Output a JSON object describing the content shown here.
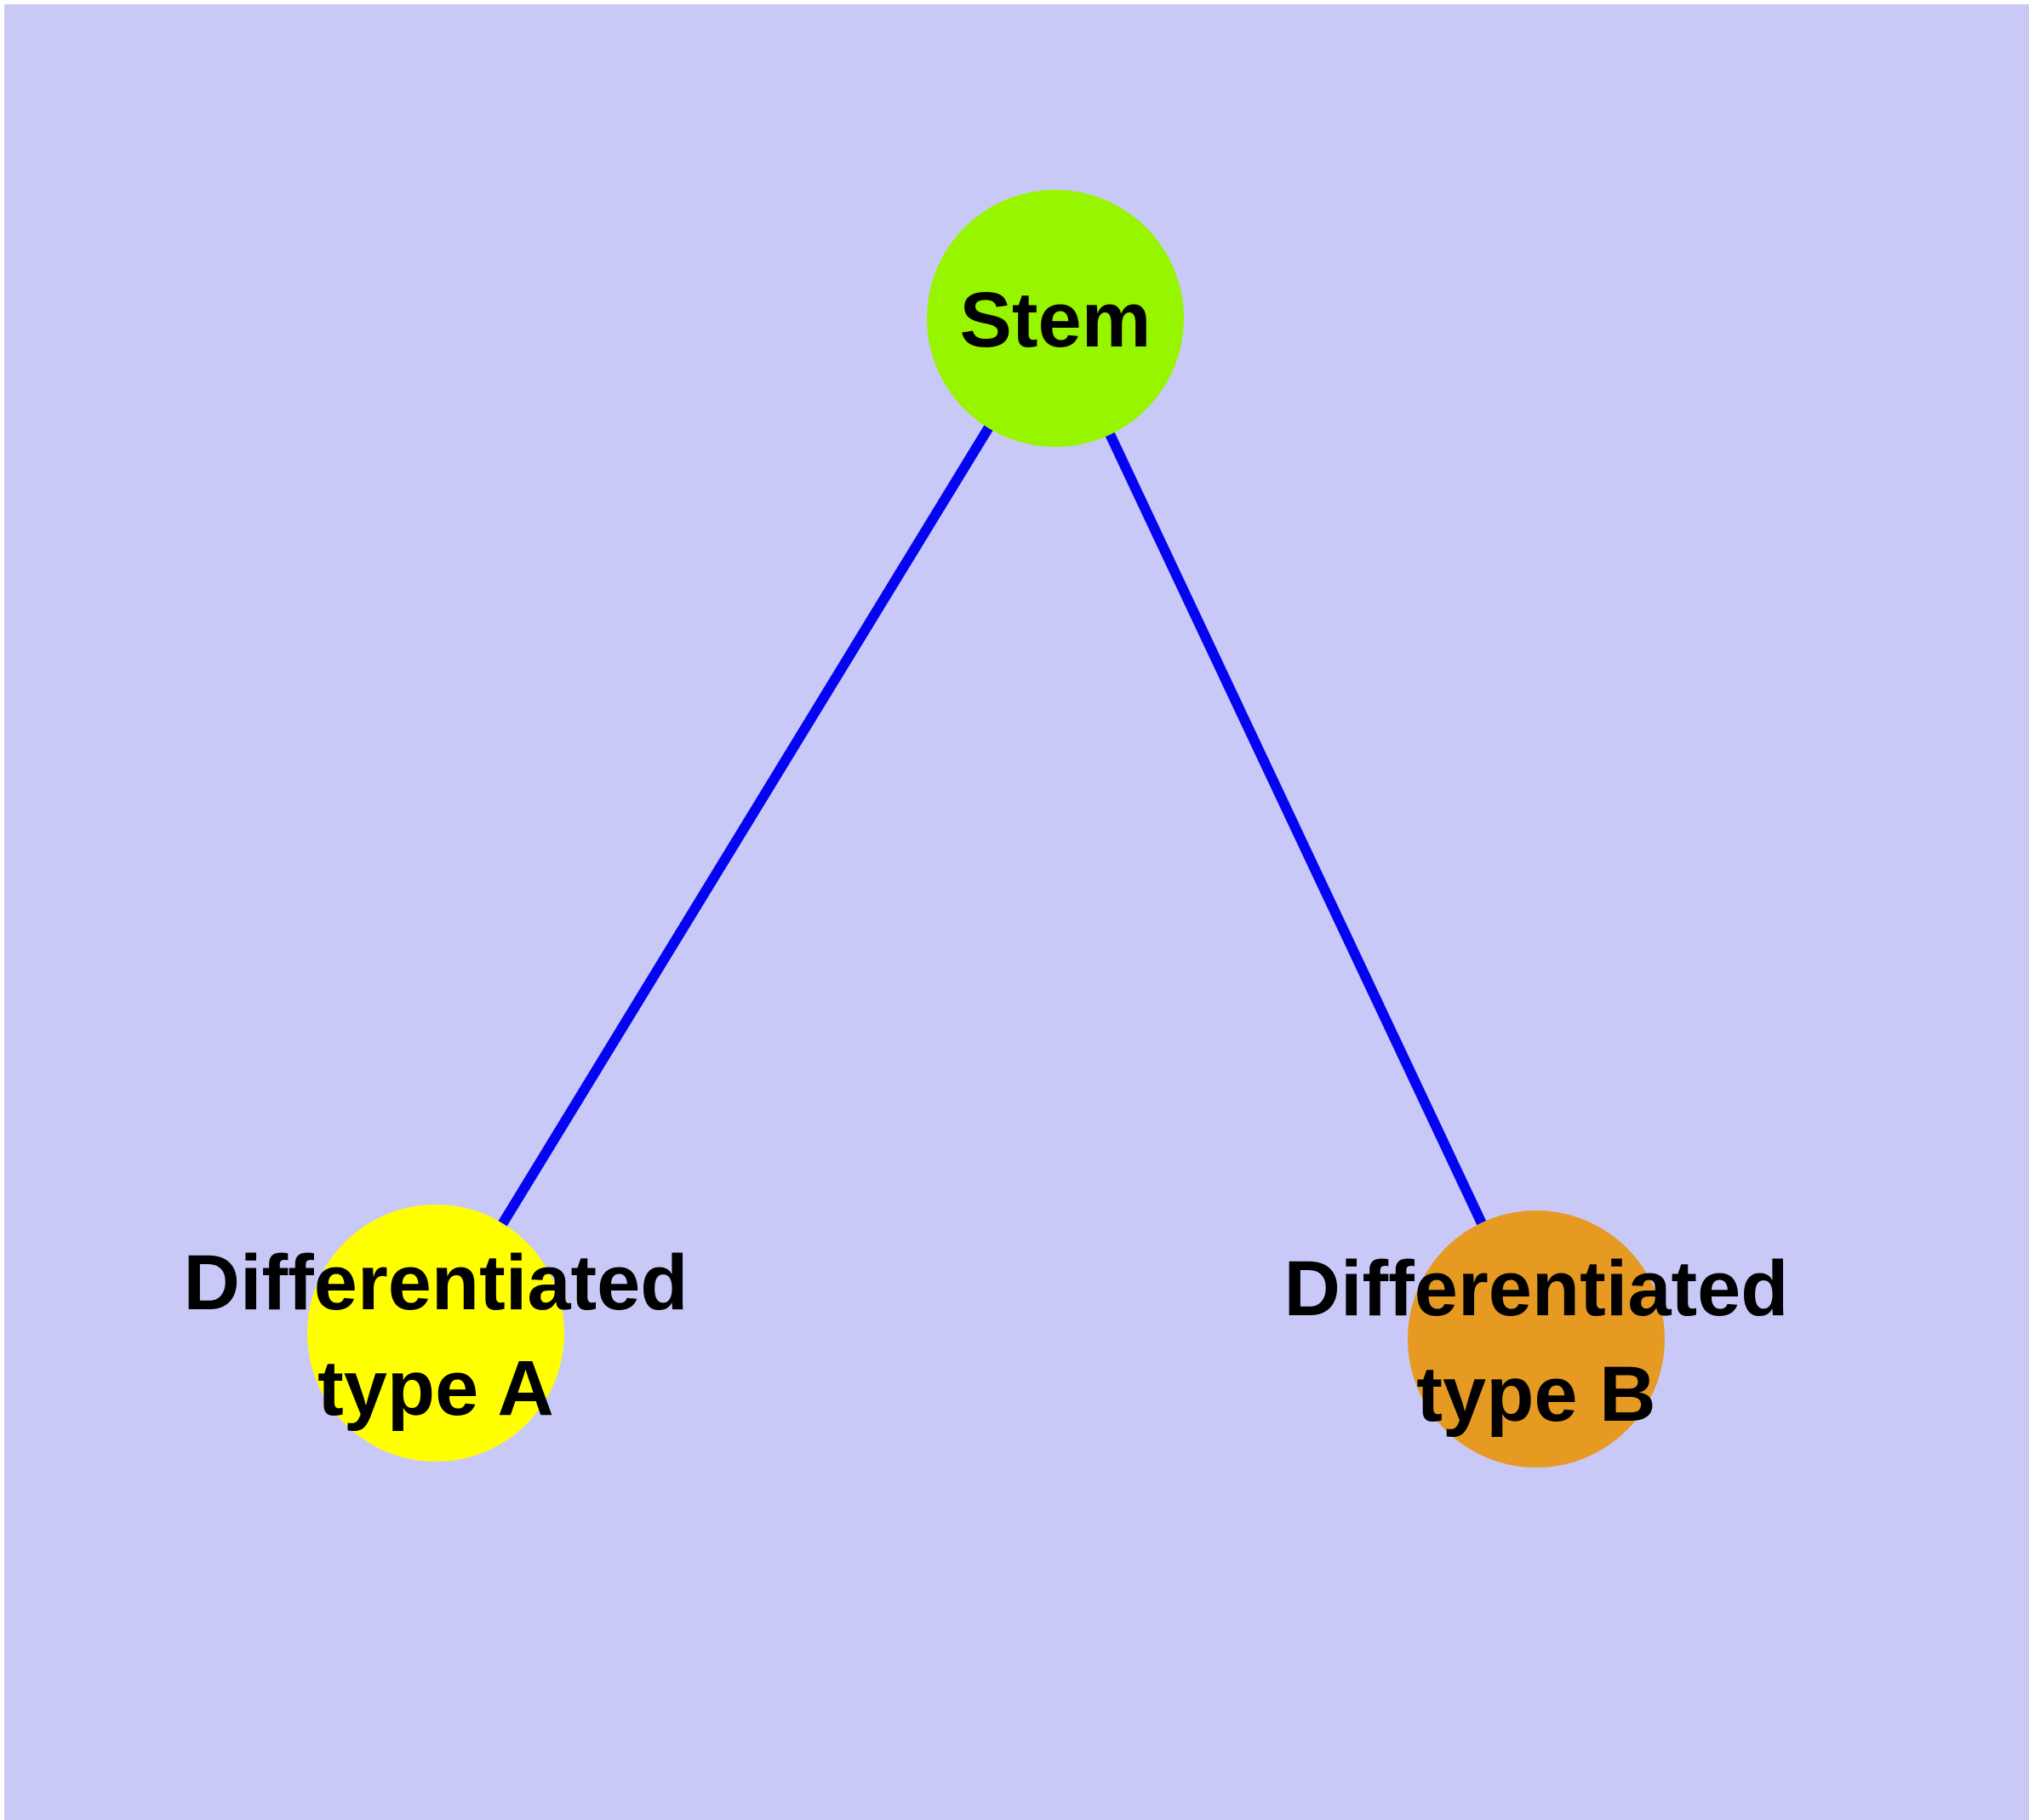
{
  "diagram": {
    "type": "graph",
    "title": ""
  },
  "colors": {
    "background": "#C9C9F8",
    "edge": "#0404F2",
    "node_border": "#7A7A7A",
    "label": "#000000",
    "stem_fill": "#98F500",
    "type_a_fill": "#FFFF00",
    "type_b_fill": "#E69A22"
  },
  "nodes": [
    {
      "id": "stem",
      "label": "Stem",
      "color": "#98F500"
    },
    {
      "id": "differentiated-type-a",
      "label_line1": "Differentiated",
      "label_line2": "type A",
      "color": "#FFFF00"
    },
    {
      "id": "differentiated-type-b",
      "label_line1": "Differentiated",
      "label_line2": "type B",
      "color": "#E69A22"
    }
  ],
  "edges": [
    {
      "from": "stem",
      "to": "differentiated-type-a"
    },
    {
      "from": "stem",
      "to": "differentiated-type-b"
    }
  ]
}
